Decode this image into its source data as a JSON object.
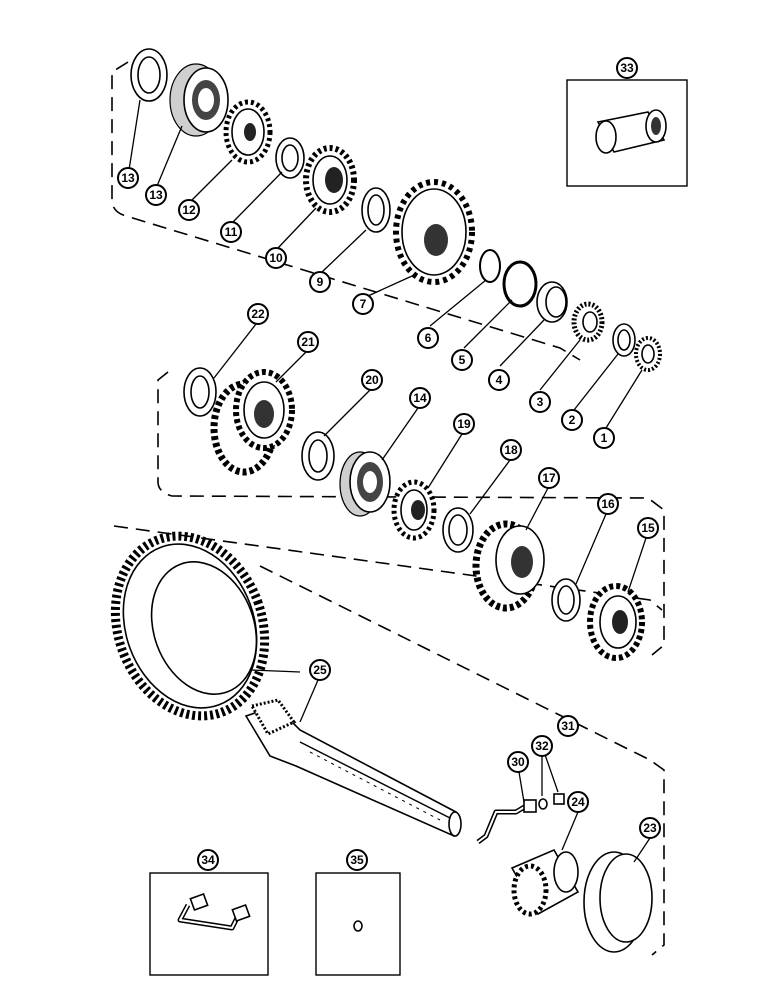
{
  "callouts": [
    {
      "id": "c1",
      "label": "1"
    },
    {
      "id": "c2",
      "label": "2"
    },
    {
      "id": "c3",
      "label": "3"
    },
    {
      "id": "c4",
      "label": "4"
    },
    {
      "id": "c5",
      "label": "5"
    },
    {
      "id": "c6",
      "label": "6"
    },
    {
      "id": "c7",
      "label": "7"
    },
    {
      "id": "c9",
      "label": "9"
    },
    {
      "id": "c10",
      "label": "10"
    },
    {
      "id": "c11",
      "label": "11"
    },
    {
      "id": "c12",
      "label": "12"
    },
    {
      "id": "c13a",
      "label": "13"
    },
    {
      "id": "c13b",
      "label": "13"
    },
    {
      "id": "c14",
      "label": "14"
    },
    {
      "id": "c15",
      "label": "15"
    },
    {
      "id": "c16",
      "label": "16"
    },
    {
      "id": "c17",
      "label": "17"
    },
    {
      "id": "c18",
      "label": "18"
    },
    {
      "id": "c19",
      "label": "19"
    },
    {
      "id": "c20",
      "label": "20"
    },
    {
      "id": "c21",
      "label": "21"
    },
    {
      "id": "c22",
      "label": "22"
    },
    {
      "id": "c23",
      "label": "23"
    },
    {
      "id": "c24",
      "label": "24"
    },
    {
      "id": "c25",
      "label": "25"
    },
    {
      "id": "c30",
      "label": "30"
    },
    {
      "id": "c31",
      "label": "31"
    },
    {
      "id": "c32",
      "label": "32"
    },
    {
      "id": "c33",
      "label": "33"
    },
    {
      "id": "c34",
      "label": "34"
    },
    {
      "id": "c35",
      "label": "35"
    }
  ]
}
